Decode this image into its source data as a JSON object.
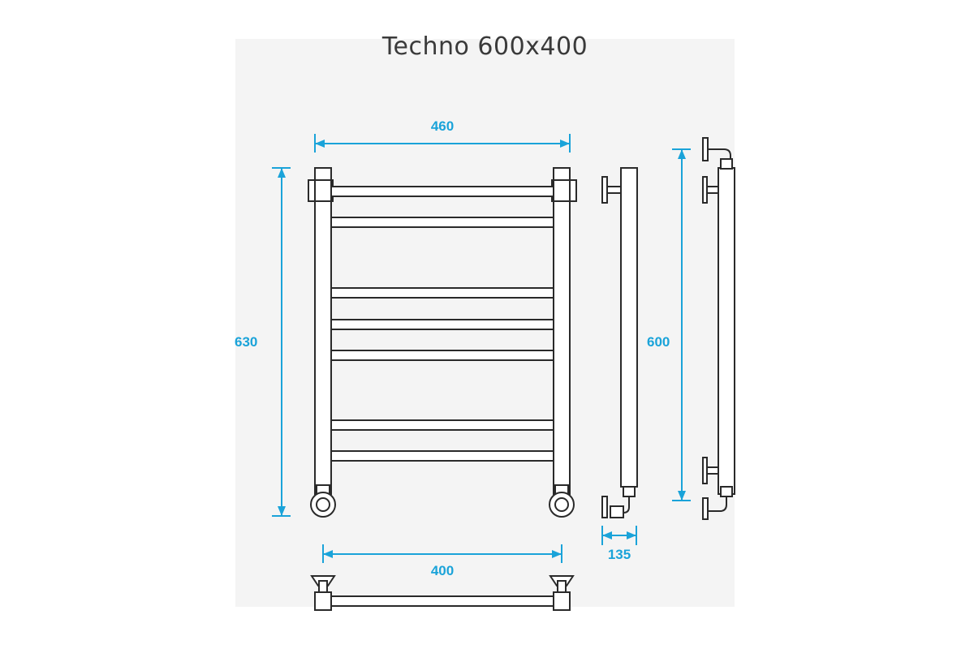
{
  "title": "Techno 600x400",
  "dimensions": {
    "front_width": "460",
    "front_height": "630",
    "side_height": "600",
    "wall_offset": "135",
    "bottom_width": "400"
  },
  "colors": {
    "dimension_line": "#1aa3d9",
    "outline": "#2a2a2a",
    "background_panel": "#f4f4f4"
  }
}
